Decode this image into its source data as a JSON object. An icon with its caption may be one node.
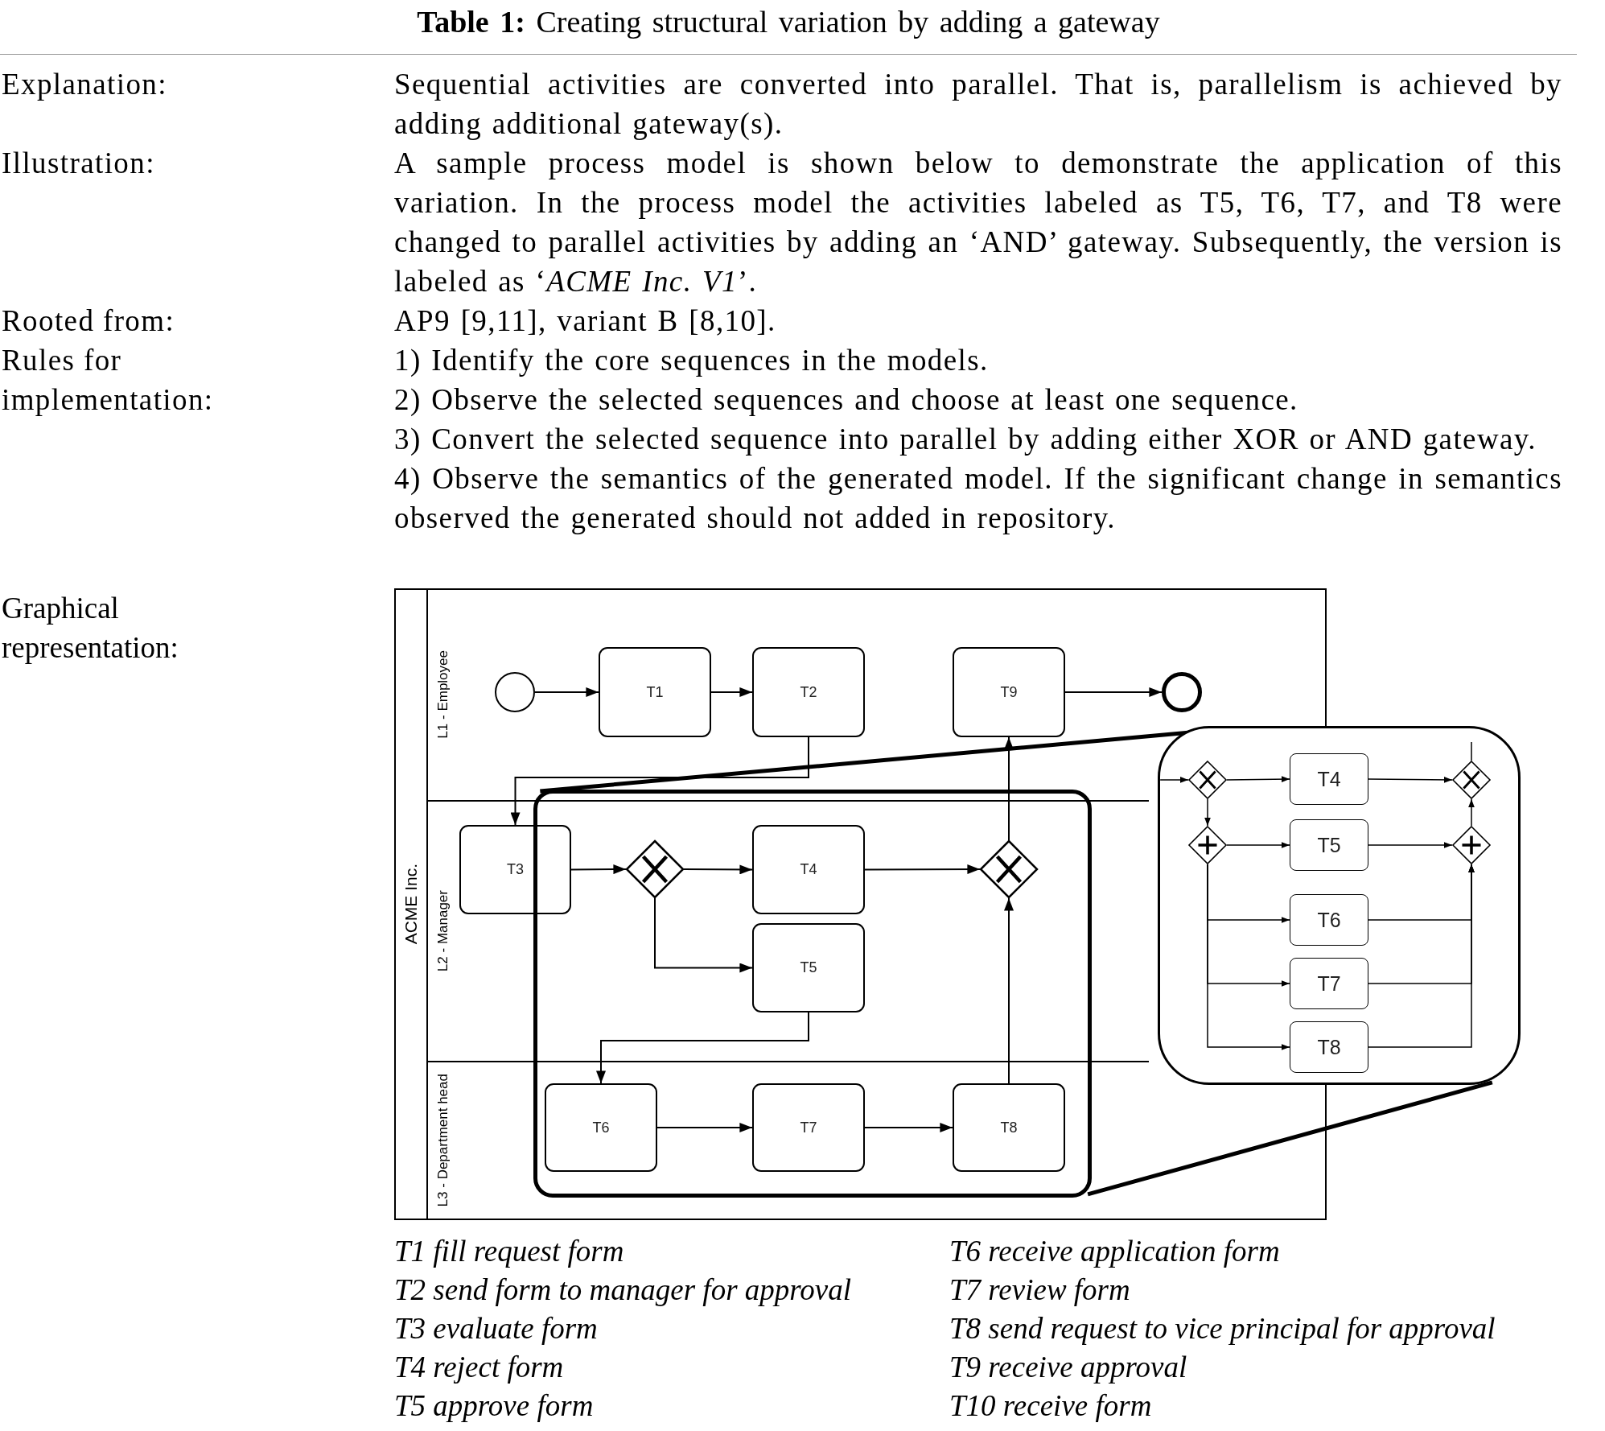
{
  "diagram": {
    "title": "**Table 1:** Creating structural variation by adding a gateway",
    "nodes": [
      {
        "text": [
          "ACME Inc."
        ]
      },
      {
        "text": [
          "L1 - Employee"
        ],
        "in": 0
      },
      {
        "text": [
          "L2 - Manager"
        ],
        "in": 0
      },
      {
        "text": [
          "L3 - Department head"
        ],
        "in": 0
      },
      {
        "text": [],
        "shape": "circle",
        "in": 0
      },
      {
        "text": [
          "T1"
        ],
        "in": 0
      },
      {
        "text": [
          "T2"
        ],
        "in": 0
      },
      {
        "text": [
          "T9"
        ],
        "in": 0
      },
      {
        "text": [],
        "shape": "circle",
        "in": 0
      },
      {
        "text": [
          "T3"
        ],
        "in": 0
      },
      {
        "text": [],
        "shape": "diamond",
        "in": 17
      },
      {
        "text": [
          "T4"
        ],
        "in": 17
      },
      {
        "text": [
          "T5"
        ],
        "in": 17
      },
      {
        "text": [],
        "shape": "diamond",
        "in": 17
      },
      {
        "text": [
          "T6"
        ],
        "in": 17
      },
      {
        "text": [
          "T7"
        ],
        "in": 17
      },
      {
        "text": [
          "T8"
        ],
        "in": 17
      },
      {
        "text": [],
        "shape": "box",
        "in": 0
      },
      {
        "text": [],
        "shape": "box"
      },
      {
        "text": [],
        "shape": "diamond"
      },
      {
        "text": [
          "T4"
        ],
        "in": 18
      },
      {
        "text": [],
        "shape": "diamond",
        "in": 18
      },
      {
        "text": [],
        "shape": "diamond"
      },
      {
        "text": [
          "T5"
        ],
        "in": 18
      },
      {
        "text": [],
        "shape": "diamond",
        "in": 18
      },
      {
        "text": [
          "T6"
        ],
        "in": 18
      },
      {
        "text": [
          "T7"
        ],
        "in": 18
      },
      {
        "text": [
          "T8"
        ],
        "in": 18
      }
    ],
    "edges": [
      {
        "from": 4,
        "to": 5,
        "arrow": "to"
      },
      {
        "from": 5,
        "to": 6,
        "arrow": "to"
      },
      {
        "from": 7,
        "to": 8,
        "arrow": "to"
      },
      {
        "from": 6,
        "to": 9,
        "arrow": "to"
      },
      {
        "from": 9,
        "to": 10,
        "arrow": "to"
      },
      {
        "from": 10,
        "to": 11,
        "arrow": "to"
      },
      {
        "from": 10,
        "to": 12,
        "arrow": "to"
      },
      {
        "from": 11,
        "to": 13,
        "arrow": "to"
      },
      {
        "from": 12,
        "to": 14,
        "arrow": "to"
      },
      {
        "from": 14,
        "to": 15,
        "arrow": "to"
      },
      {
        "from": 15,
        "to": 16,
        "arrow": "to"
      },
      {
        "from": 16,
        "to": 13,
        "arrow": "to"
      },
      {
        "from": 13,
        "to": 7,
        "arrow": "to"
      },
      {
        "from": 17,
        "to": 18,
        "arrow": "none",
        "style": "thick"
      },
      {
        "from": 17,
        "to": 18,
        "arrow": "none",
        "style": "thick"
      },
      {
        "from": 18,
        "to": 19,
        "arrow": "to"
      },
      {
        "from": 19,
        "to": 20,
        "arrow": "to"
      },
      {
        "from": 20,
        "to": 21,
        "arrow": "to"
      },
      {
        "from": 19,
        "to": 22,
        "arrow": "to"
      },
      {
        "from": 22,
        "to": 23,
        "arrow": "to"
      },
      {
        "from": 23,
        "to": 24,
        "arrow": "to"
      },
      {
        "from": 24,
        "to": 21,
        "arrow": "to"
      },
      {
        "from": 22,
        "to": 25,
        "arrow": "to"
      },
      {
        "from": 22,
        "to": 26,
        "arrow": "to"
      },
      {
        "from": 22,
        "to": 27,
        "arrow": "to"
      },
      {
        "from": 25,
        "to": 24,
        "arrow": "to"
      },
      {
        "from": 26,
        "to": 24,
        "arrow": "to"
      },
      {
        "from": 27,
        "to": 24,
        "arrow": "to"
      },
      {
        "from": 21,
        "to": null,
        "arrow": "none"
      }
    ],
    "labels": [
      "Explanation:",
      "Sequential activities are converted into parallel. That is, parallelism is achieved by adding additional gateway(s).",
      "Illustration:",
      "A sample process model is shown below to demonstrate the application of this variation. In the process model the activities labeled as T5, T6, T7, and T8 were changed to parallel activities by adding an ‘AND’ gateway. Subsequently, the version is labeled as ‘*ACME Inc. V1*’.",
      "Rooted from:",
      "AP9 [9,11], variant B [8,10].",
      "Rules for implementation:",
      "1) Identify the core sequences in the models.",
      "2) Observe the selected sequences and choose at least one sequence.",
      "3) Convert the selected sequence into parallel by adding either XOR or AND gateway.",
      "4) Observe the semantics of the generated model. If the significant change in semantics observed the generated should not added in repository.",
      "Graphical representation:",
      "T1 fill request form",
      "T2 send form to manager for approval",
      "T3 evaluate form",
      "T4 reject form",
      "T5 approve form",
      "T6 receive application form",
      "T7 review form",
      "T8 send request to vice principal for approval",
      "T9 receive approval",
      "T10 receive form"
    ]
  }
}
